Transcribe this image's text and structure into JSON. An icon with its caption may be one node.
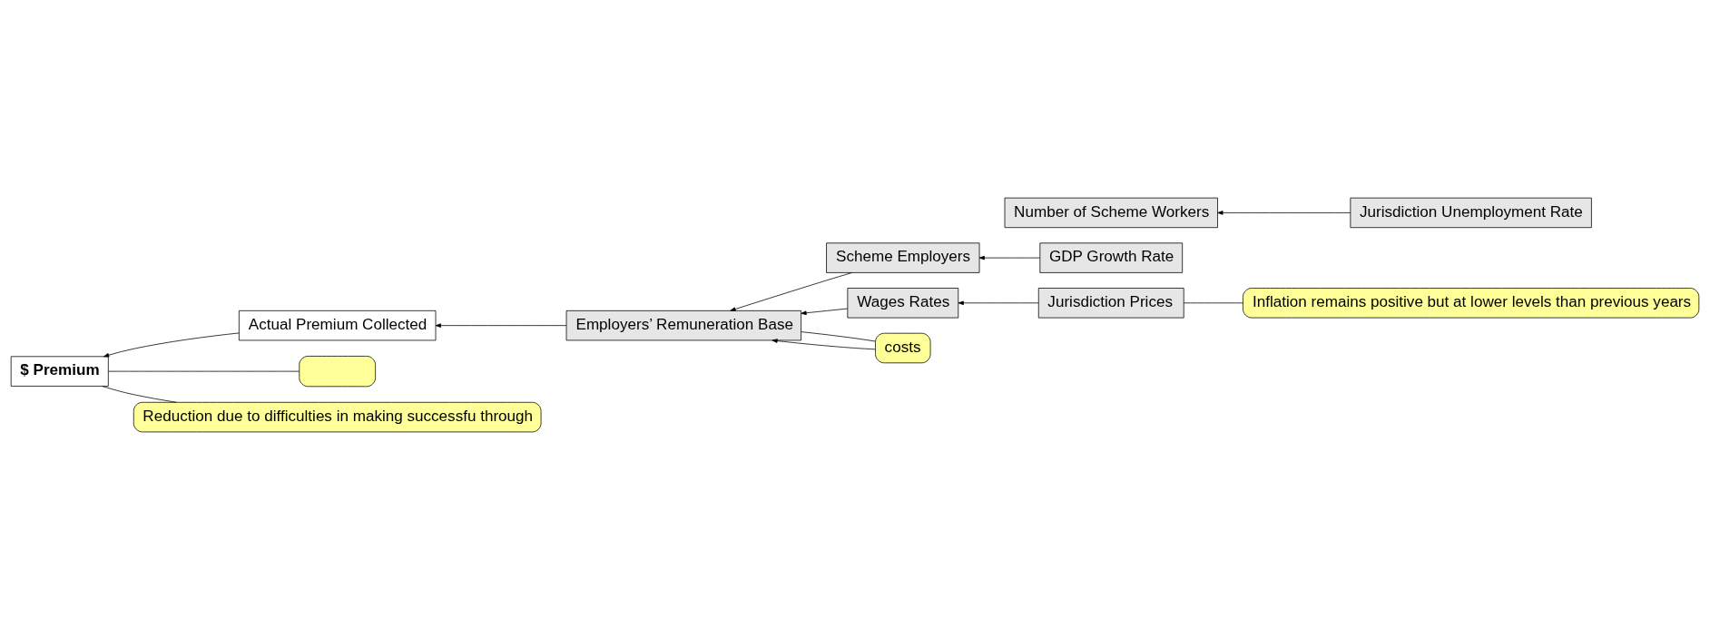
{
  "diagram": {
    "nodes": [
      {
        "text": [
          "$ Premium"
        ]
      },
      {
        "text": [
          "Actual Premium Collected"
        ]
      },
      {
        "text": [
          "Employers’ Remuneration Base"
        ]
      },
      {
        "text": [
          "Scheme Employers"
        ]
      },
      {
        "text": [
          "Wages Rates"
        ]
      },
      {
        "text": [
          "Number of Scheme Workers"
        ]
      },
      {
        "text": [
          "GDP Growth Rate"
        ]
      },
      {
        "text": [
          "Jurisdiction Prices"
        ]
      },
      {
        "text": [
          "Jurisdiction Unemployment Rate"
        ]
      },
      {
        "text": [],
        "shape": "callout"
      },
      {
        "text": [
          "Reduction due to difficulties in making successfu through"
        ]
      },
      {
        "text": [
          "costs"
        ]
      },
      {
        "text": [
          "Inflation remains positive but at lower levels than previous years"
        ]
      }
    ],
    "edges": [
      {
        "from": 1,
        "to": 0,
        "arrow": "to"
      },
      {
        "from": 2,
        "to": 1,
        "arrow": "to"
      },
      {
        "from": 3,
        "to": 2,
        "arrow": "to"
      },
      {
        "from": 4,
        "to": 2,
        "arrow": "to"
      },
      {
        "from": 11,
        "to": 2,
        "arrow": "to"
      },
      {
        "from": 6,
        "to": 3,
        "arrow": "to"
      },
      {
        "from": 7,
        "to": 4,
        "arrow": "to"
      },
      {
        "from": 8,
        "to": 5,
        "arrow": "to"
      },
      {
        "from": 9,
        "to": 0,
        "arrow": "none"
      },
      {
        "from": 10,
        "to": 0,
        "arrow": "none"
      },
      {
        "from": 11,
        "to": 2,
        "arrow": "none"
      },
      {
        "from": 12,
        "to": 7,
        "arrow": "none"
      }
    ]
  }
}
